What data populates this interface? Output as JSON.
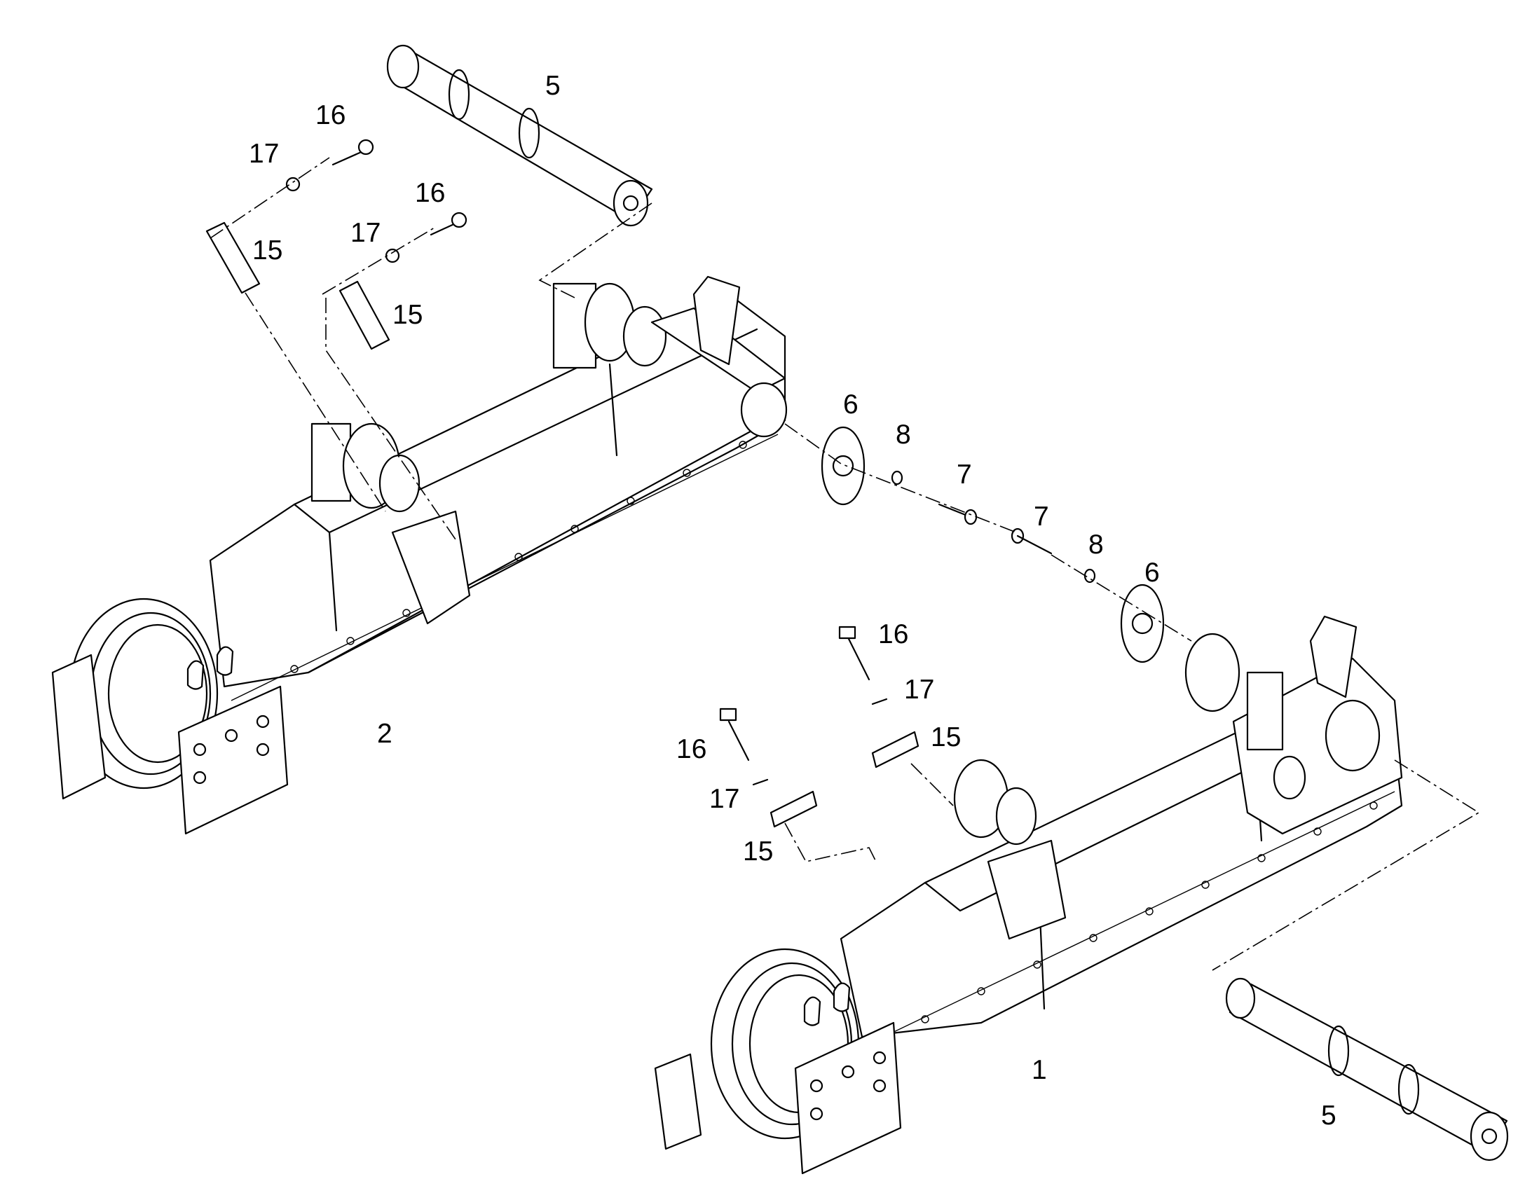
{
  "callouts": {
    "c1": "1",
    "c2": "2",
    "c5a": "5",
    "c5b": "5",
    "c6a": "6",
    "c6b": "6",
    "c7a": "7",
    "c7b": "7",
    "c8a": "8",
    "c8b": "8",
    "c15a": "15",
    "c15b": "15",
    "c15c": "15",
    "c15d": "15",
    "c16a": "16",
    "c16b": "16",
    "c16c": "16",
    "c16d": "16",
    "c17a": "17",
    "c17b": "17",
    "c17c": "17",
    "c17d": "17"
  }
}
